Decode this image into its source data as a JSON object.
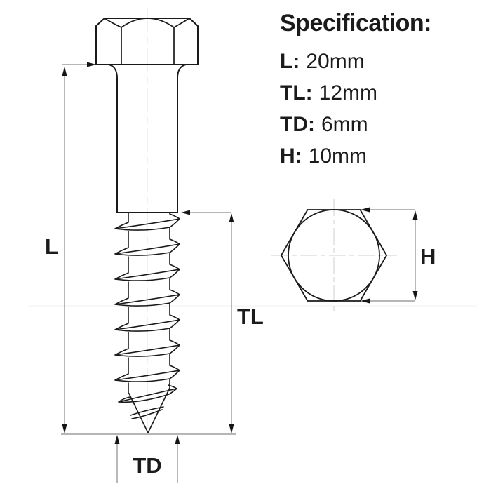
{
  "specification": {
    "title": "Specification:",
    "items": [
      {
        "label": "L:",
        "value": "20mm"
      },
      {
        "label": "TL:",
        "value": "12mm"
      },
      {
        "label": "TD:",
        "value": "6mm"
      },
      {
        "label": "H:",
        "value": "10mm"
      }
    ]
  },
  "dimensions": {
    "length": {
      "label": "L"
    },
    "thread_length": {
      "label": "TL"
    },
    "thread_diameter": {
      "label": "TD"
    },
    "head_size": {
      "label": "H"
    }
  },
  "colors": {
    "background": "#ffffff",
    "outline": "#1a1a1a",
    "dimension_line": "#8a8a8a",
    "arrowhead": "#151515",
    "centerline": "#cfcfcf",
    "text": "#1b1b1b"
  }
}
